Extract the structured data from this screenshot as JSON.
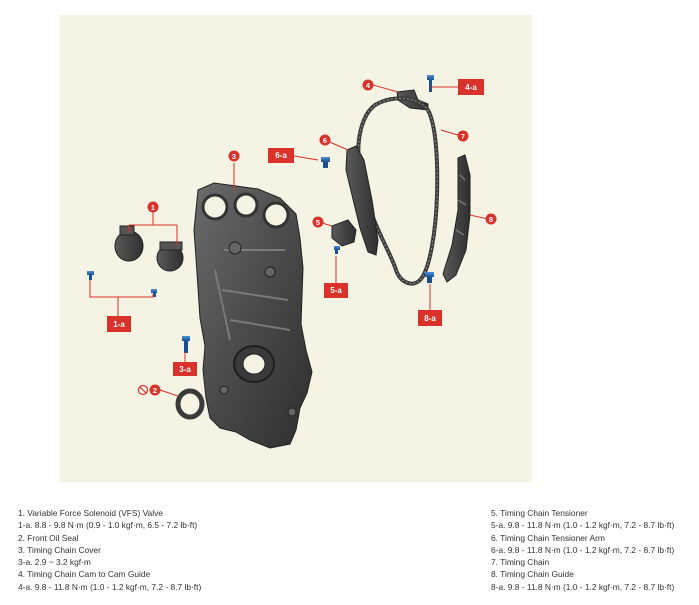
{
  "callouts": {
    "c1": "1",
    "c2": "2",
    "c3": "3",
    "c4": "4",
    "c5": "5",
    "c6": "6",
    "c7": "7",
    "c8": "8",
    "t1a": "1-a",
    "t3a": "3-a",
    "t4a": "4-a",
    "t5a": "5-a",
    "t6a": "6-a",
    "t8a": "8-a"
  },
  "legend": {
    "left": [
      "1. Variable Force Solenoid (VFS) Valve",
      "1-a. 8.8 - 9.8 N·m (0.9 - 1.0 kgf·m, 6.5 - 7.2 lb·ft)",
      "2. Front Oil Seal",
      "3. Timing Chain Cover",
      "3-a. 2.9 ~ 3.2 kgf·m",
      "4. Timing Chain Cam to Cam Guide",
      "4-a. 9.8 - 11.8 N·m (1.0 - 1.2 kgf·m, 7.2 - 8.7 lb·ft)"
    ],
    "right": [
      "5. Timing Chain Tensioner",
      "5-a. 9.8 - 11.8 N·m (1.0 - 1.2 kgf·m, 7.2 - 8.7 lb·ft)",
      "6. Timing Chain Tensioner Arm",
      "6-a. 9.8 - 11.8 N·m (1.0 - 1.2 kgf·m, 7.2 - 8.7 lb·ft)",
      "7. Timing Chain",
      "8. Timing Chain Guide",
      "8-a. 9.8 - 11.8 N·m (1.0 - 1.2 kgf·m, 7.2 - 8.7 lb·ft)"
    ]
  },
  "colors": {
    "callout_red": "#d9322b",
    "background": "#f5f3e3",
    "part_gray": "#4a4a4a",
    "bolt_blue": "#1f5fa8"
  }
}
